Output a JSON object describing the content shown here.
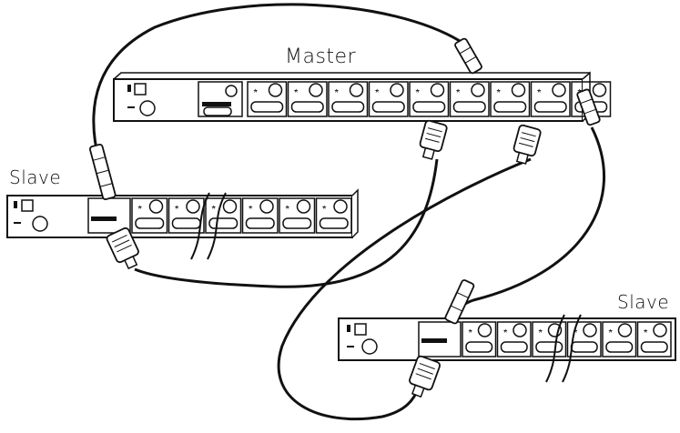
{
  "labels": {
    "master": "Master",
    "slave_left": "Slave",
    "slave_right": "Slave"
  },
  "units": {
    "master": {
      "port_count": 9
    },
    "slave_left": {
      "port_count": 6
    },
    "slave_right": {
      "port_count": 6
    }
  },
  "colors": {
    "stroke": "#111111",
    "background": "#ffffff",
    "fill": "#ffffff"
  }
}
